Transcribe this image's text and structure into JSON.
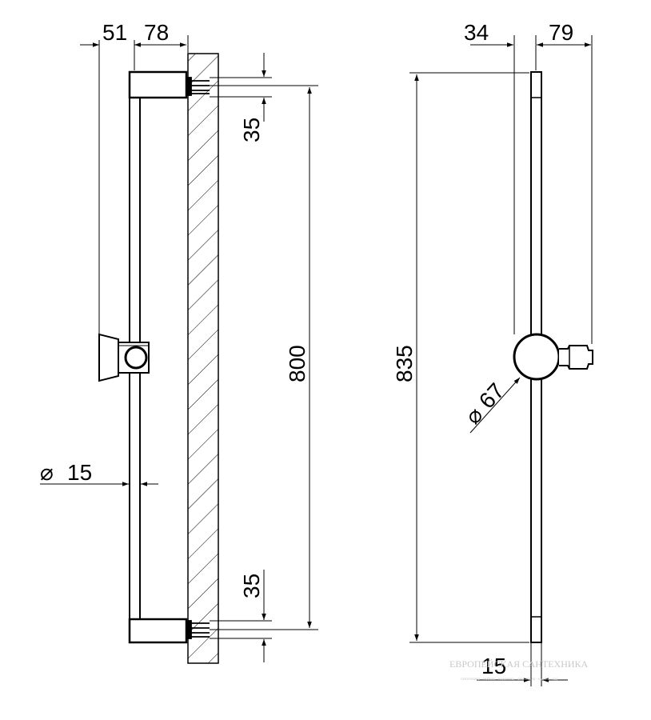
{
  "dimensions": {
    "offset_51": "51",
    "offset_78": "78",
    "mount_top_35": "35",
    "mount_bottom_35": "35",
    "height_800": "800",
    "rod_diameter": "15",
    "offset_34": "34",
    "offset_79": "79",
    "height_835": "835",
    "holder_diameter": "67",
    "width_15": "15"
  },
  "symbols": {
    "diameter": "⌀"
  },
  "watermark": {
    "line1": "ЕВРОПЕЙСКАЯ САНТЕХНИКА",
    "line2": "сантехника · мебель · керамика · смесители · кухни · сад"
  },
  "colors": {
    "line": "#000000",
    "watermark": "#c9c9c9"
  }
}
